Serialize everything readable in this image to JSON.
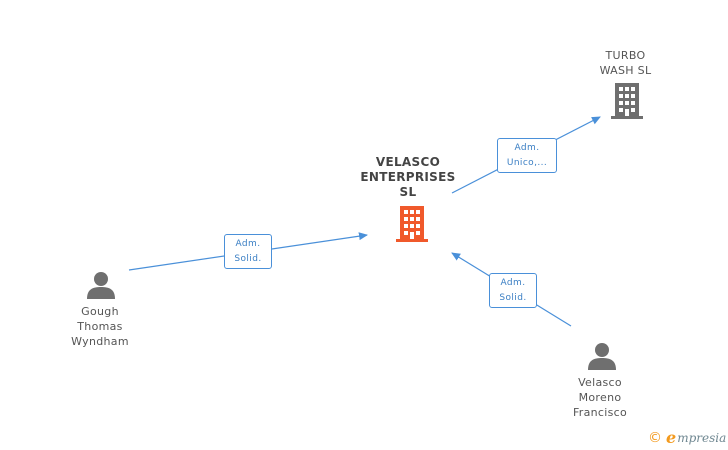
{
  "nodes": {
    "turbo_wash": {
      "label": "TURBO\nWASH SL",
      "type": "company",
      "color": "#6f6f6f"
    },
    "velasco_enterprises": {
      "label": "VELASCO\nENTERPRISES\nSL",
      "type": "company",
      "color": "#f0592b"
    },
    "gough": {
      "label": "Gough\nThomas\nWyndham",
      "type": "person",
      "color": "#6f6f6f"
    },
    "velasco_moreno": {
      "label": "Velasco\nMoreno\nFrancisco",
      "type": "person",
      "color": "#6f6f6f"
    }
  },
  "edges": [
    {
      "from": "velasco_enterprises",
      "to": "turbo_wash",
      "label": "Adm.\nUnico,..."
    },
    {
      "from": "gough",
      "to": "velasco_enterprises",
      "label": "Adm.\nSolid."
    },
    {
      "from": "velasco_moreno",
      "to": "velasco_enterprises",
      "label": "Adm.\nSolid."
    }
  ],
  "colors": {
    "edge": "#4a90d9",
    "accent": "#f0592b"
  },
  "brand": {
    "copyright": "©",
    "e": "e",
    "name": "mpresia"
  }
}
